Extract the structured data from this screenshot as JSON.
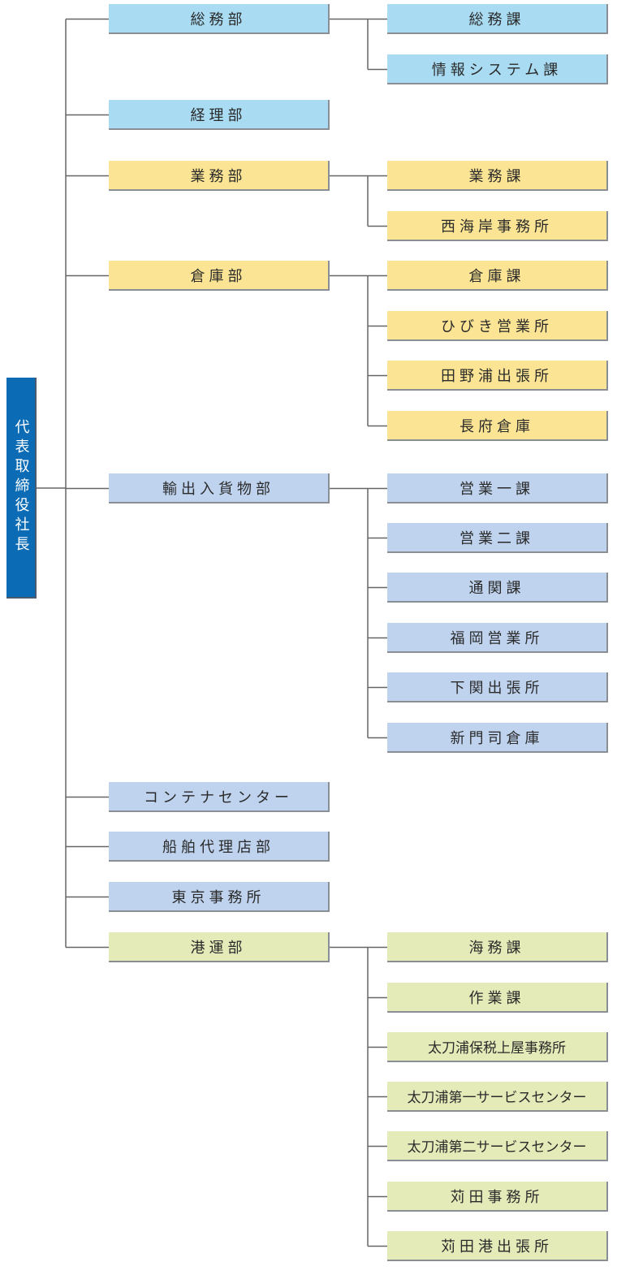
{
  "colors": {
    "blue_light": "#a9dcf3",
    "yellow": "#fbe595",
    "steel_blue": "#bfd3ee",
    "green": "#e4ebb8",
    "president": "#0b6bb5",
    "line": "#666666"
  },
  "president": {
    "label": "代表取締役社長"
  },
  "departments": [
    {
      "label": "総務部",
      "color": "#a9dcf3",
      "sections": [
        "総務課",
        "情報システム課"
      ]
    },
    {
      "label": "経理部",
      "color": "#a9dcf3",
      "sections": []
    },
    {
      "label": "業務部",
      "color": "#fbe595",
      "sections": [
        "業務課",
        "西海岸事務所"
      ]
    },
    {
      "label": "倉庫部",
      "color": "#fbe595",
      "sections": [
        "倉庫課",
        "ひびき営業所",
        "田野浦出張所",
        "長府倉庫"
      ]
    },
    {
      "label": "輸出入貨物部",
      "color": "#bfd3ee",
      "sections": [
        "営業一課",
        "営業二課",
        "通関課",
        "福岡営業所",
        "下関出張所",
        "新門司倉庫"
      ]
    },
    {
      "label": "コンテナセンター",
      "color": "#bfd3ee",
      "sections": []
    },
    {
      "label": "船舶代理店部",
      "color": "#bfd3ee",
      "sections": []
    },
    {
      "label": "東京事務所",
      "color": "#bfd3ee",
      "sections": []
    },
    {
      "label": "港運部",
      "color": "#e4ebb8",
      "sections": [
        "海務課",
        "作業課",
        "太刀浦保税上屋事務所",
        "太刀浦第一サービスセンター",
        "太刀浦第二サービスセンター",
        "苅田事務所",
        "苅田港出張所"
      ]
    }
  ]
}
